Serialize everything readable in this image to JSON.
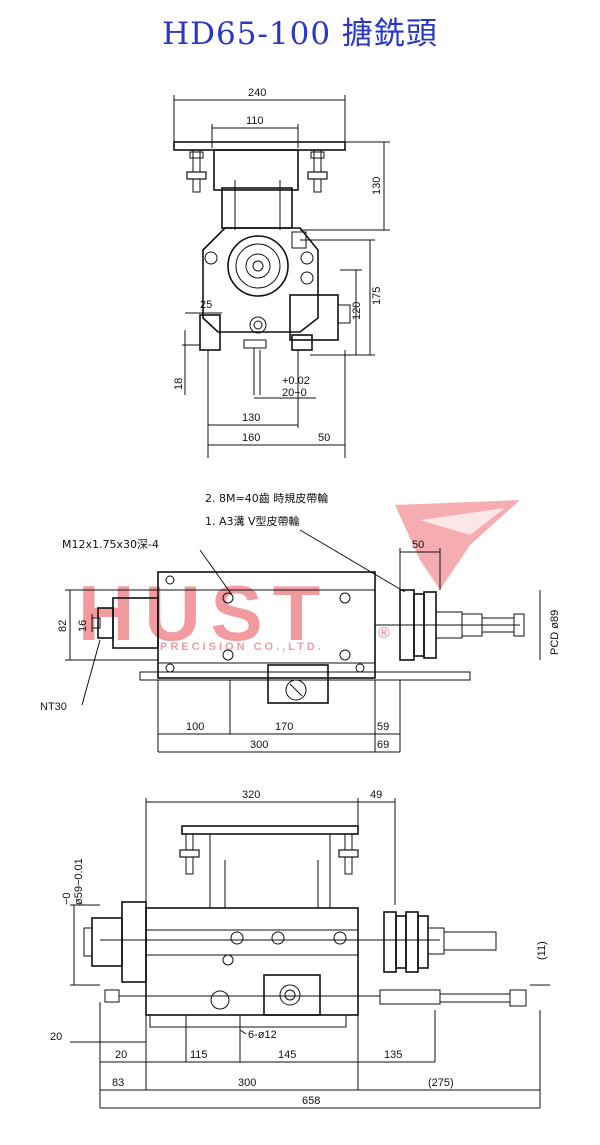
{
  "title": "HD65-100 搪銑頭",
  "top_view": {
    "dims": {
      "d240": "240",
      "d110": "110",
      "d130": "130",
      "d175": "175",
      "d25": "25",
      "d120": "120",
      "d18": "18",
      "tol_plus": "+0.02",
      "tol_base": "20−0",
      "d130b": "130",
      "d160": "160",
      "d50": "50"
    }
  },
  "middle_view": {
    "notes": {
      "n2": "2.  8M=40齒  時規皮帶輪",
      "n1": "1.  A3溝      V型皮帶輪",
      "thread": "M12x1.75x30深-4"
    },
    "dims": {
      "d50": "50",
      "d82": "82",
      "d16": "16",
      "nt30": "NT30",
      "pcd": "PCD ø89",
      "d100": "100",
      "d170": "170",
      "d59": "59",
      "d300": "300",
      "d69": "69"
    }
  },
  "bottom_view": {
    "dims": {
      "d320": "320",
      "d49": "49",
      "d59tol": "ø59−0.01",
      "d59tol_top": "−0",
      "d11": "(11)",
      "d20": "20",
      "d20b": "20",
      "d115": "115",
      "hole": "6-ø12",
      "d145": "145",
      "d135": "135",
      "d83": "83",
      "d300": "300",
      "d275": "(275)",
      "d658": "658"
    }
  },
  "watermark": {
    "brand": "HUST",
    "sub": "PRECISION CO.,LTD.",
    "reg": "®",
    "color": "#e94a52"
  }
}
